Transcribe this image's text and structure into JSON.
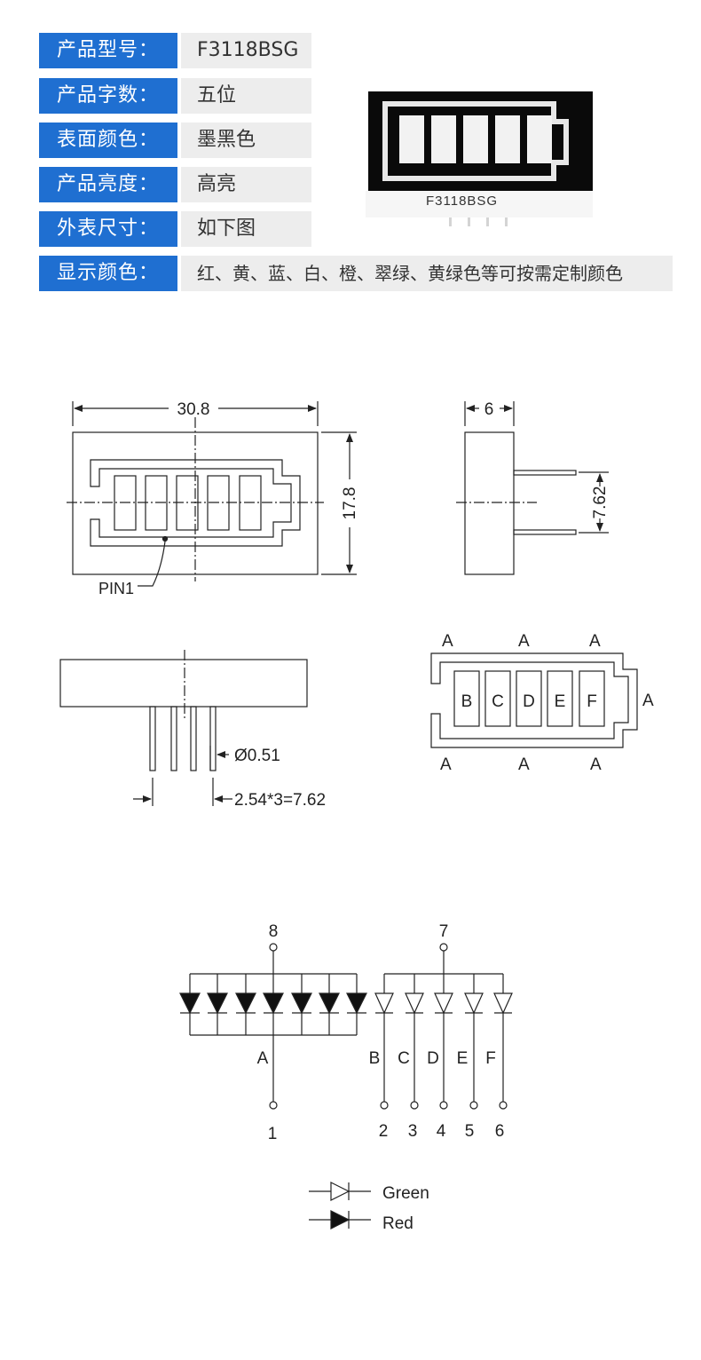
{
  "specs": [
    {
      "label": "产品型号：",
      "value": "F3118BSG"
    },
    {
      "label": "产品字数：",
      "value": "五位"
    },
    {
      "label": "表面颜色：",
      "value": "墨黑色"
    },
    {
      "label": "产品亮度：",
      "value": "高亮"
    },
    {
      "label": "外表尺寸：",
      "value": "如下图"
    },
    {
      "label": "显示颜色：",
      "value": "红、黄、蓝、白、橙、翠绿、黄绿色等可按需定制颜色"
    }
  ],
  "photo": {
    "part_number": "F3118BSG"
  },
  "dimensions": {
    "width": "30.8",
    "height": "17.8",
    "depth": "6",
    "pin_row_spacing": "7.62",
    "pin1": "PIN1",
    "pin_diameter": "Ø0.51",
    "pin_pitch": "2.54*3=7.62"
  },
  "segments": {
    "outline_labels": [
      "A",
      "A",
      "A",
      "A",
      "A",
      "A",
      "A"
    ],
    "bars": [
      "B",
      "C",
      "D",
      "E",
      "F"
    ]
  },
  "circuit": {
    "common_pins": [
      "8",
      "7"
    ],
    "red_group_label": "A",
    "red_group_pin": "1",
    "green_labels": [
      "B",
      "C",
      "D",
      "E",
      "F"
    ],
    "green_pins": [
      "2",
      "3",
      "4",
      "5",
      "6"
    ]
  },
  "legend": {
    "green": "Green",
    "red": "Red"
  },
  "colors": {
    "accent": "#1f6fd1",
    "value_bg": "#ededed",
    "line": "#222222"
  }
}
